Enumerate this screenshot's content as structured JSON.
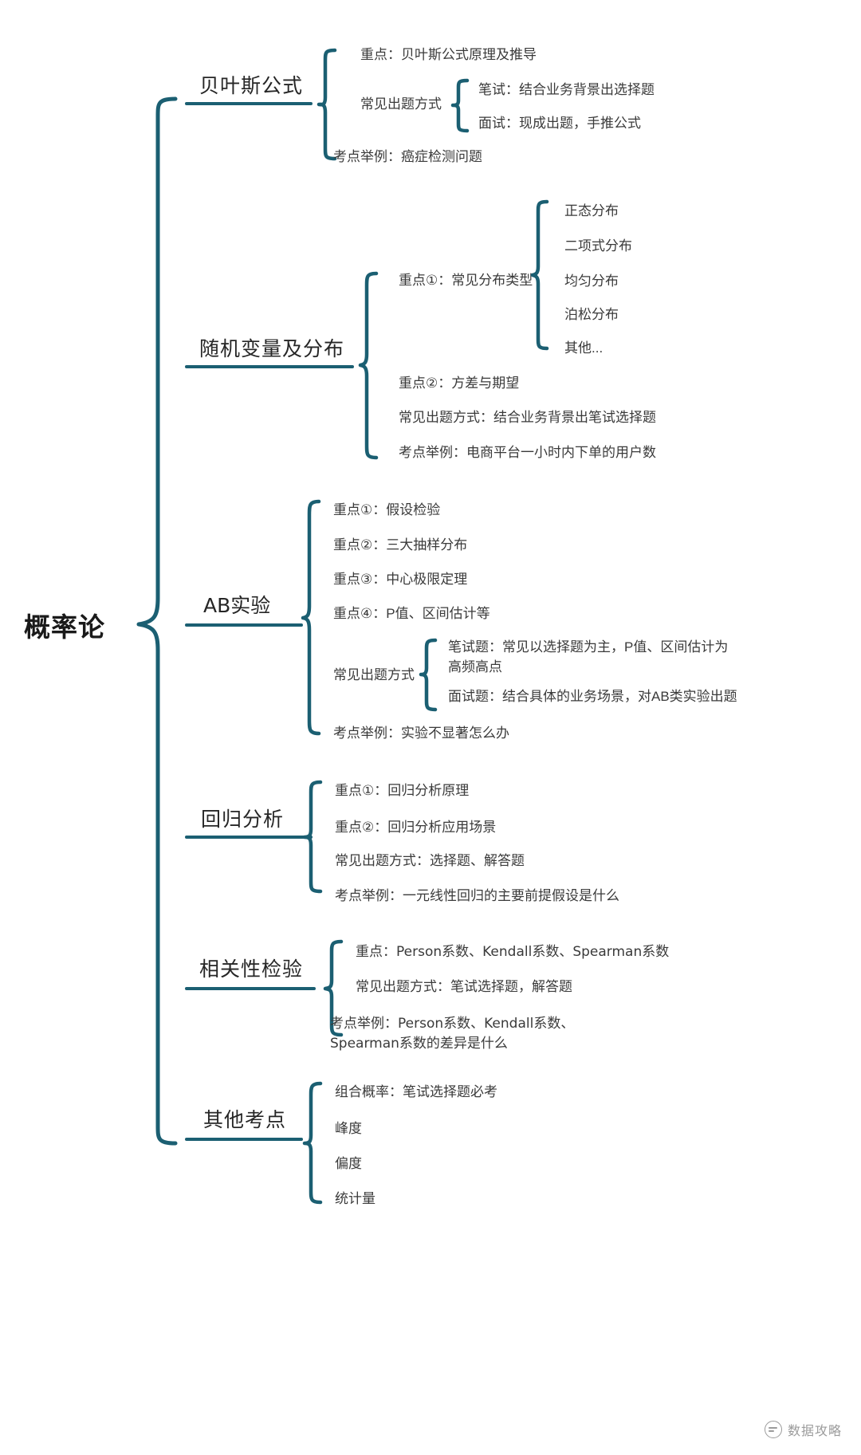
{
  "root": {
    "label": "概率论"
  },
  "watermark": {
    "label": "数据攻略",
    "icon": "wechat-account-icon"
  },
  "branches": [
    {
      "id": "bayes",
      "title": "贝叶斯公式",
      "children": [
        {
          "text": "重点：贝叶斯公式原理及推导"
        },
        {
          "text": "常见出题方式",
          "children": [
            {
              "text": "笔试：结合业务背景出选择题"
            },
            {
              "text": "面试：现成出题，手推公式"
            }
          ]
        },
        {
          "text": "考点举例：癌症检测问题"
        }
      ]
    },
    {
      "id": "random-variable",
      "title": "随机变量及分布",
      "children": [
        {
          "text": "重点①：常见分布类型",
          "children": [
            {
              "text": "正态分布"
            },
            {
              "text": "二项式分布"
            },
            {
              "text": "均匀分布"
            },
            {
              "text": "泊松分布"
            },
            {
              "text": "其他..."
            }
          ]
        },
        {
          "text": "重点②：方差与期望"
        },
        {
          "text": "常见出题方式：结合业务背景出笔试选择题"
        },
        {
          "text": "考点举例：电商平台一小时内下单的用户数"
        }
      ]
    },
    {
      "id": "ab-test",
      "title": "AB实验",
      "children": [
        {
          "text": "重点①：假设检验"
        },
        {
          "text": "重点②：三大抽样分布"
        },
        {
          "text": "重点③：中心极限定理"
        },
        {
          "text": "重点④：P值、区间估计等"
        },
        {
          "text": "常见出题方式",
          "children": [
            {
              "text": "笔试题：常见以选择题为主，P值、区间估计为高频高点"
            },
            {
              "text": "面试题：结合具体的业务场景，对AB类实验出题"
            }
          ]
        },
        {
          "text": "考点举例：实验不显著怎么办"
        }
      ]
    },
    {
      "id": "regression",
      "title": "回归分析",
      "children": [
        {
          "text": "重点①：回归分析原理"
        },
        {
          "text": "重点②：回归分析应用场景"
        },
        {
          "text": "常见出题方式：选择题、解答题"
        },
        {
          "text": "考点举例：一元线性回归的主要前提假设是什么"
        }
      ]
    },
    {
      "id": "correlation",
      "title": "相关性检验",
      "children": [
        {
          "text": "重点：Person系数、Kendall系数、Spearman系数"
        },
        {
          "text": "常见出题方式：笔试选择题，解答题"
        },
        {
          "text": "考点举例：Person系数、Kendall系数、Spearman系数的差异是什么"
        }
      ]
    },
    {
      "id": "others",
      "title": "其他考点",
      "children": [
        {
          "text": "组合概率：笔试选择题必考"
        },
        {
          "text": "峰度"
        },
        {
          "text": "偏度"
        },
        {
          "text": "统计量"
        }
      ]
    }
  ],
  "colors": {
    "accent": "#1b5f72",
    "text": "#3a3a3a",
    "root": "#1a1a1a",
    "watermark": "#9b9b9b"
  }
}
